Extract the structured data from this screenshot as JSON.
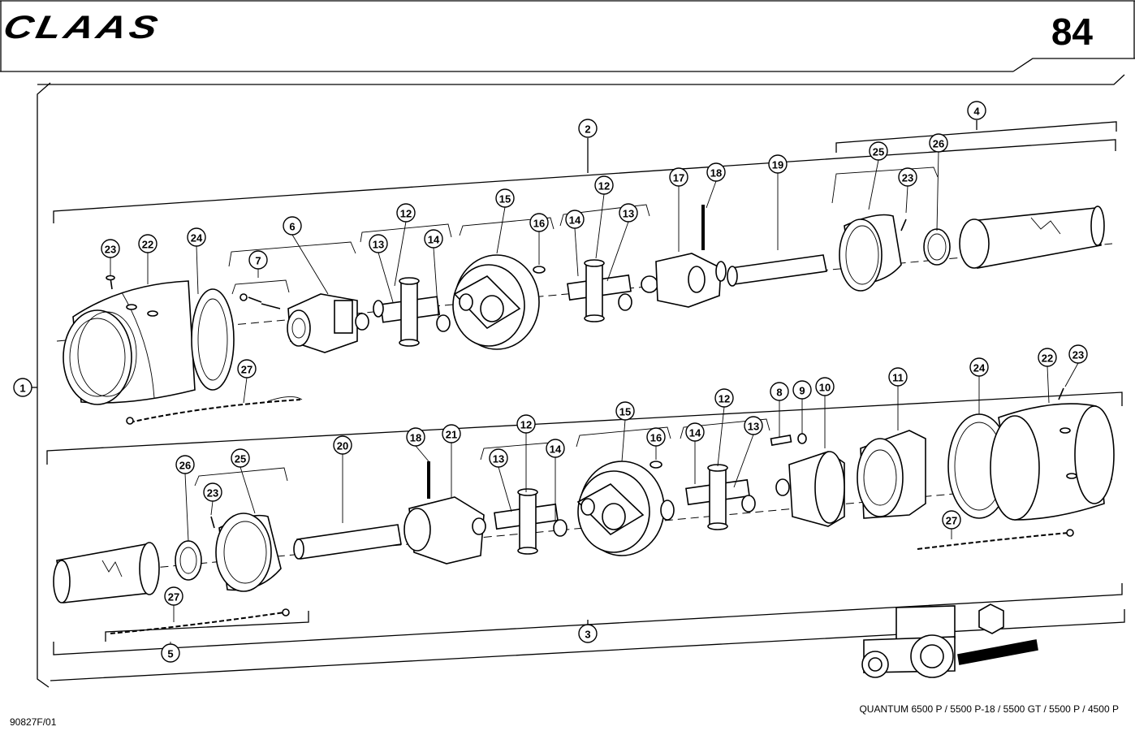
{
  "header": {
    "brand": "CLAAS",
    "page_number": "84"
  },
  "footer": {
    "models": "QUANTUM 6500 P / 5500 P-18 / 5500 GT / 5500 P / 4500 P",
    "drawing_code": "90827F/01"
  },
  "callouts": [
    {
      "id": "c-1",
      "label": "1"
    },
    {
      "id": "c-2",
      "label": "2"
    },
    {
      "id": "c-4",
      "label": "4"
    },
    {
      "id": "c-23a",
      "label": "23"
    },
    {
      "id": "c-22a",
      "label": "22"
    },
    {
      "id": "c-24a",
      "label": "24"
    },
    {
      "id": "c-6",
      "label": "6"
    },
    {
      "id": "c-7",
      "label": "7"
    },
    {
      "id": "c-12a",
      "label": "12"
    },
    {
      "id": "c-13a",
      "label": "13"
    },
    {
      "id": "c-14a",
      "label": "14"
    },
    {
      "id": "c-15a",
      "label": "15"
    },
    {
      "id": "c-16a",
      "label": "16"
    },
    {
      "id": "c-14b",
      "label": "14"
    },
    {
      "id": "c-12b",
      "label": "12"
    },
    {
      "id": "c-13b",
      "label": "13"
    },
    {
      "id": "c-17",
      "label": "17"
    },
    {
      "id": "c-18a",
      "label": "18"
    },
    {
      "id": "c-19",
      "label": "19"
    },
    {
      "id": "c-25a",
      "label": "25"
    },
    {
      "id": "c-23b",
      "label": "23"
    },
    {
      "id": "c-26a",
      "label": "26"
    },
    {
      "id": "c-27a",
      "label": "27"
    },
    {
      "id": "c-8",
      "label": "8"
    },
    {
      "id": "c-9",
      "label": "9"
    },
    {
      "id": "c-10",
      "label": "10"
    },
    {
      "id": "c-11",
      "label": "11"
    },
    {
      "id": "c-24b",
      "label": "24"
    },
    {
      "id": "c-22b",
      "label": "22"
    },
    {
      "id": "c-23c",
      "label": "23"
    },
    {
      "id": "c-12c",
      "label": "12"
    },
    {
      "id": "c-13c",
      "label": "13"
    },
    {
      "id": "c-14c",
      "label": "14"
    },
    {
      "id": "c-15b",
      "label": "15"
    },
    {
      "id": "c-16b",
      "label": "16"
    },
    {
      "id": "c-12d",
      "label": "12"
    },
    {
      "id": "c-13d",
      "label": "13"
    },
    {
      "id": "c-14d",
      "label": "14"
    },
    {
      "id": "c-18b",
      "label": "18"
    },
    {
      "id": "c-21",
      "label": "21"
    },
    {
      "id": "c-20",
      "label": "20"
    },
    {
      "id": "c-26b",
      "label": "26"
    },
    {
      "id": "c-25b",
      "label": "25"
    },
    {
      "id": "c-23d",
      "label": "23"
    },
    {
      "id": "c-27b",
      "label": "27"
    },
    {
      "id": "c-27c",
      "label": "27"
    },
    {
      "id": "c-5",
      "label": "5"
    },
    {
      "id": "c-3",
      "label": "3"
    }
  ]
}
